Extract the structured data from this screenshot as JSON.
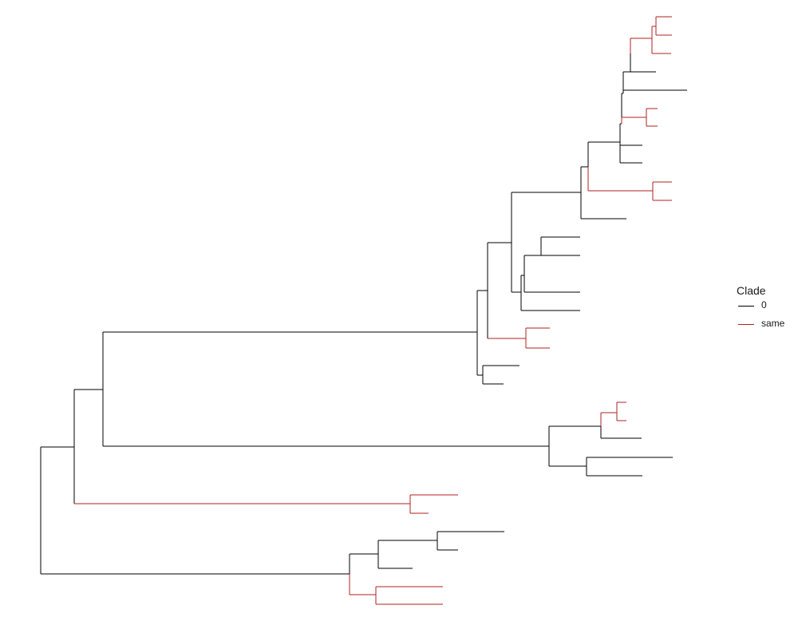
{
  "diagram": {
    "type": "phylogenetic-tree",
    "colors": {
      "0": "#000000",
      "same": "#b22222"
    }
  },
  "legend": {
    "title": "Clade",
    "items": [
      {
        "label": "0",
        "color": "#000000"
      },
      {
        "label": "same",
        "color": "#b22222"
      }
    ]
  }
}
